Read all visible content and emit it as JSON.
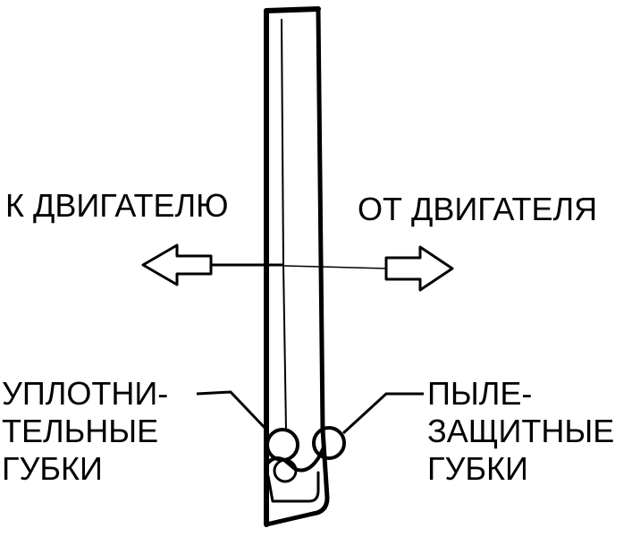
{
  "labels": {
    "to_engine": "К ДВИГАТЕЛЮ",
    "from_engine": "ОТ ДВИГАТЕЛЯ",
    "seal_lips": [
      "УПЛОТНИ-",
      "ТЕЛЬНЫЕ",
      "ГУБКИ"
    ],
    "dust_lips": [
      "ПЫЛЕ-",
      "ЗАЩИТНЫЕ",
      "ГУБКИ"
    ]
  },
  "colors": {
    "ink": "#000000",
    "background": "#ffffff"
  }
}
